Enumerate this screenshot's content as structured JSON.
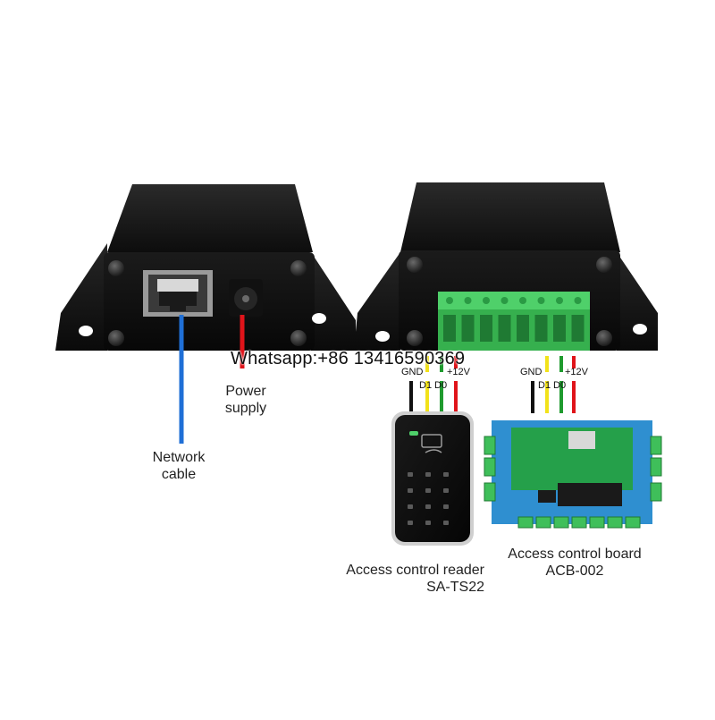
{
  "watermark": "Whatsapp:+86 13416590369",
  "labels": {
    "network_line1": "Network",
    "network_line2": "cable",
    "power_line1": "Power",
    "power_line2": "supply",
    "reader_line1": "Access control reader",
    "reader_line2": "SA-TS22",
    "board_line1": "Access control board",
    "board_line2": "ACB-002"
  },
  "reader_pins": {
    "gnd": "GND",
    "d1": "D1",
    "d0": "D0",
    "v12": "+12V"
  },
  "board_pins": {
    "gnd": "GND",
    "d1": "D1",
    "d0": "D0",
    "v12": "+12V"
  },
  "colors": {
    "network_cable": "#1f6fd6",
    "power_wire": "#e0141a",
    "gnd_wire": "#111111",
    "d1_wire": "#f2e21a",
    "d0_wire": "#1f9b2e",
    "v12_wire": "#e0141a",
    "terminal_block": "#3fbf5a",
    "board_pcb": "#2f8fd0"
  }
}
